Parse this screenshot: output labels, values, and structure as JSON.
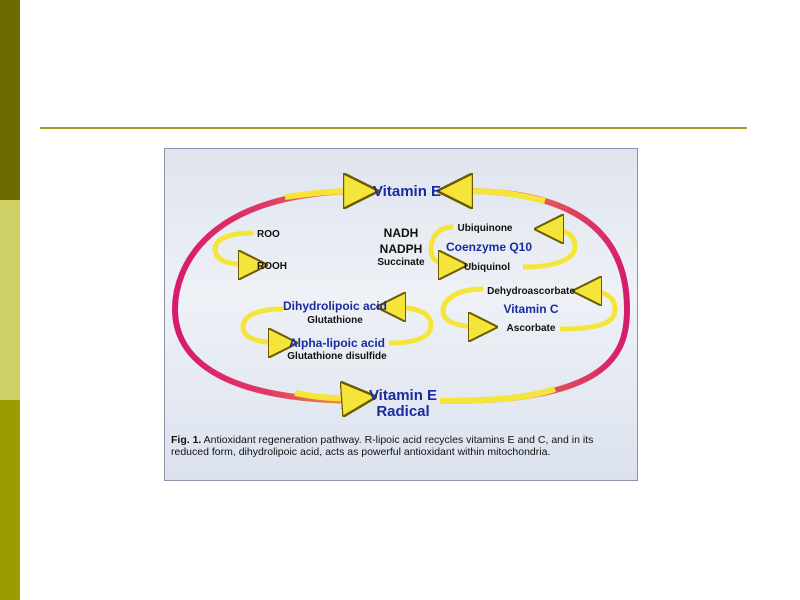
{
  "colors": {
    "sidebar_dark": "#6b6b00",
    "sidebar_mid": "#cfd166",
    "sidebar_olive": "#9c9c00",
    "rule": "#a49d24",
    "arrow_yellow": "#f5e53a",
    "cycle_magenta": "#d61a6e",
    "label_blue": "#1a2ba0"
  },
  "diagram": {
    "vitamin_e": "Vitamin E",
    "vitamin_e_radical_line1": "Vitamin E",
    "vitamin_e_radical_line2": "Radical",
    "roo": "ROO",
    "rooh": "ROOH",
    "nadh": "NADH",
    "nadph": "NADPH",
    "succinate": "Succinate",
    "ubiquinone": "Ubiquinone",
    "coenzyme_q10": "Coenzyme Q10",
    "ubiquinol": "Ubiquinol",
    "dehydroascorbate": "Dehydroascorbate",
    "vitamin_c": "Vitamin C",
    "ascorbate": "Ascorbate",
    "dihydrolipoic_acid": "Dihydrolipoic acid",
    "glutathione": "Glutathione",
    "alpha_lipoic_acid": "Alpha-lipoic acid",
    "glutathione_disulfide": "Glutathione disulfide"
  },
  "caption": {
    "label": "Fig. 1.",
    "text": " Antioxidant regeneration pathway. R-lipoic acid recycles vitamins E and C, and in its reduced form, dihydrolipoic acid, acts as powerful antioxidant within mitochondria."
  }
}
